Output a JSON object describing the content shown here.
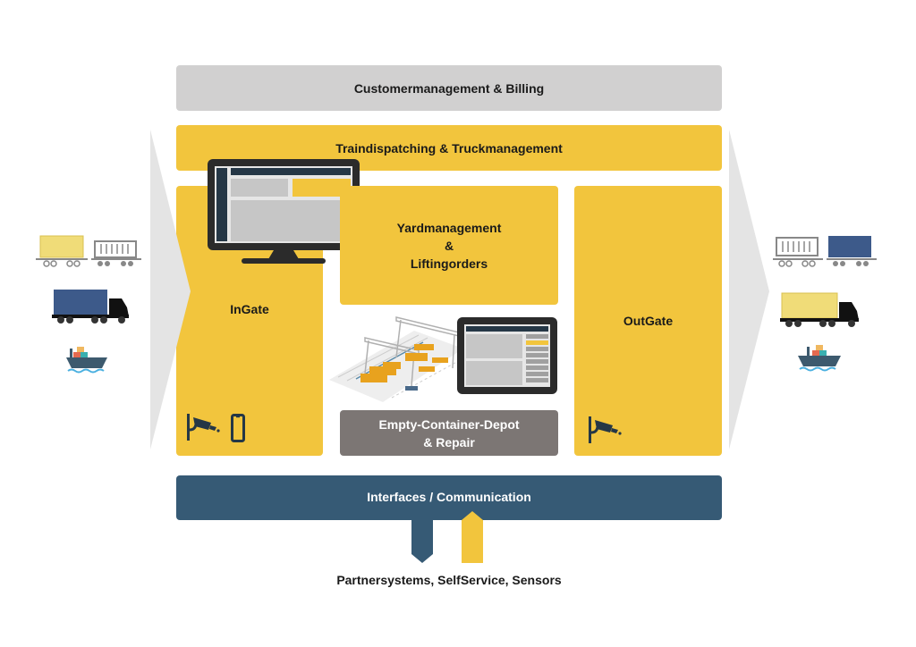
{
  "diagram": {
    "layers": {
      "top": "Customermanagement & Billing",
      "dispatch": "Traindispatching & Truckmanagement",
      "ingate": "InGate",
      "yard_line1": "Yardmanagement",
      "yard_line2": "&",
      "yard_line3": "Liftingorders",
      "depot_line1": "Empty-Container-Depot",
      "depot_line2": "& Repair",
      "outgate": "OutGate",
      "interfaces": "Interfaces / Communication"
    },
    "footer": "Partnersystems, SelfService, Sensors",
    "icons": {
      "ingate": [
        "camera-icon",
        "phone-icon"
      ],
      "outgate": [
        "camera-icon"
      ],
      "illustrations": [
        "desktop-monitor-icon",
        "tablet-icon",
        "crane-yard-illustration"
      ],
      "inbound_transport": [
        "train-yellow-container",
        "train-empty-wagon",
        "truck-blue-container",
        "cargo-ship"
      ],
      "outbound_transport": [
        "train-empty-wagon",
        "train-blue-container",
        "truck-yellow-container",
        "cargo-ship"
      ]
    },
    "colors": {
      "yellow": "#f2c53d",
      "light_gray": "#d1d0d0",
      "dark_gray": "#7c7674",
      "navy": "#365a75",
      "chevron_gray": "#e4e4e4",
      "icon_dark": "#253746"
    }
  }
}
